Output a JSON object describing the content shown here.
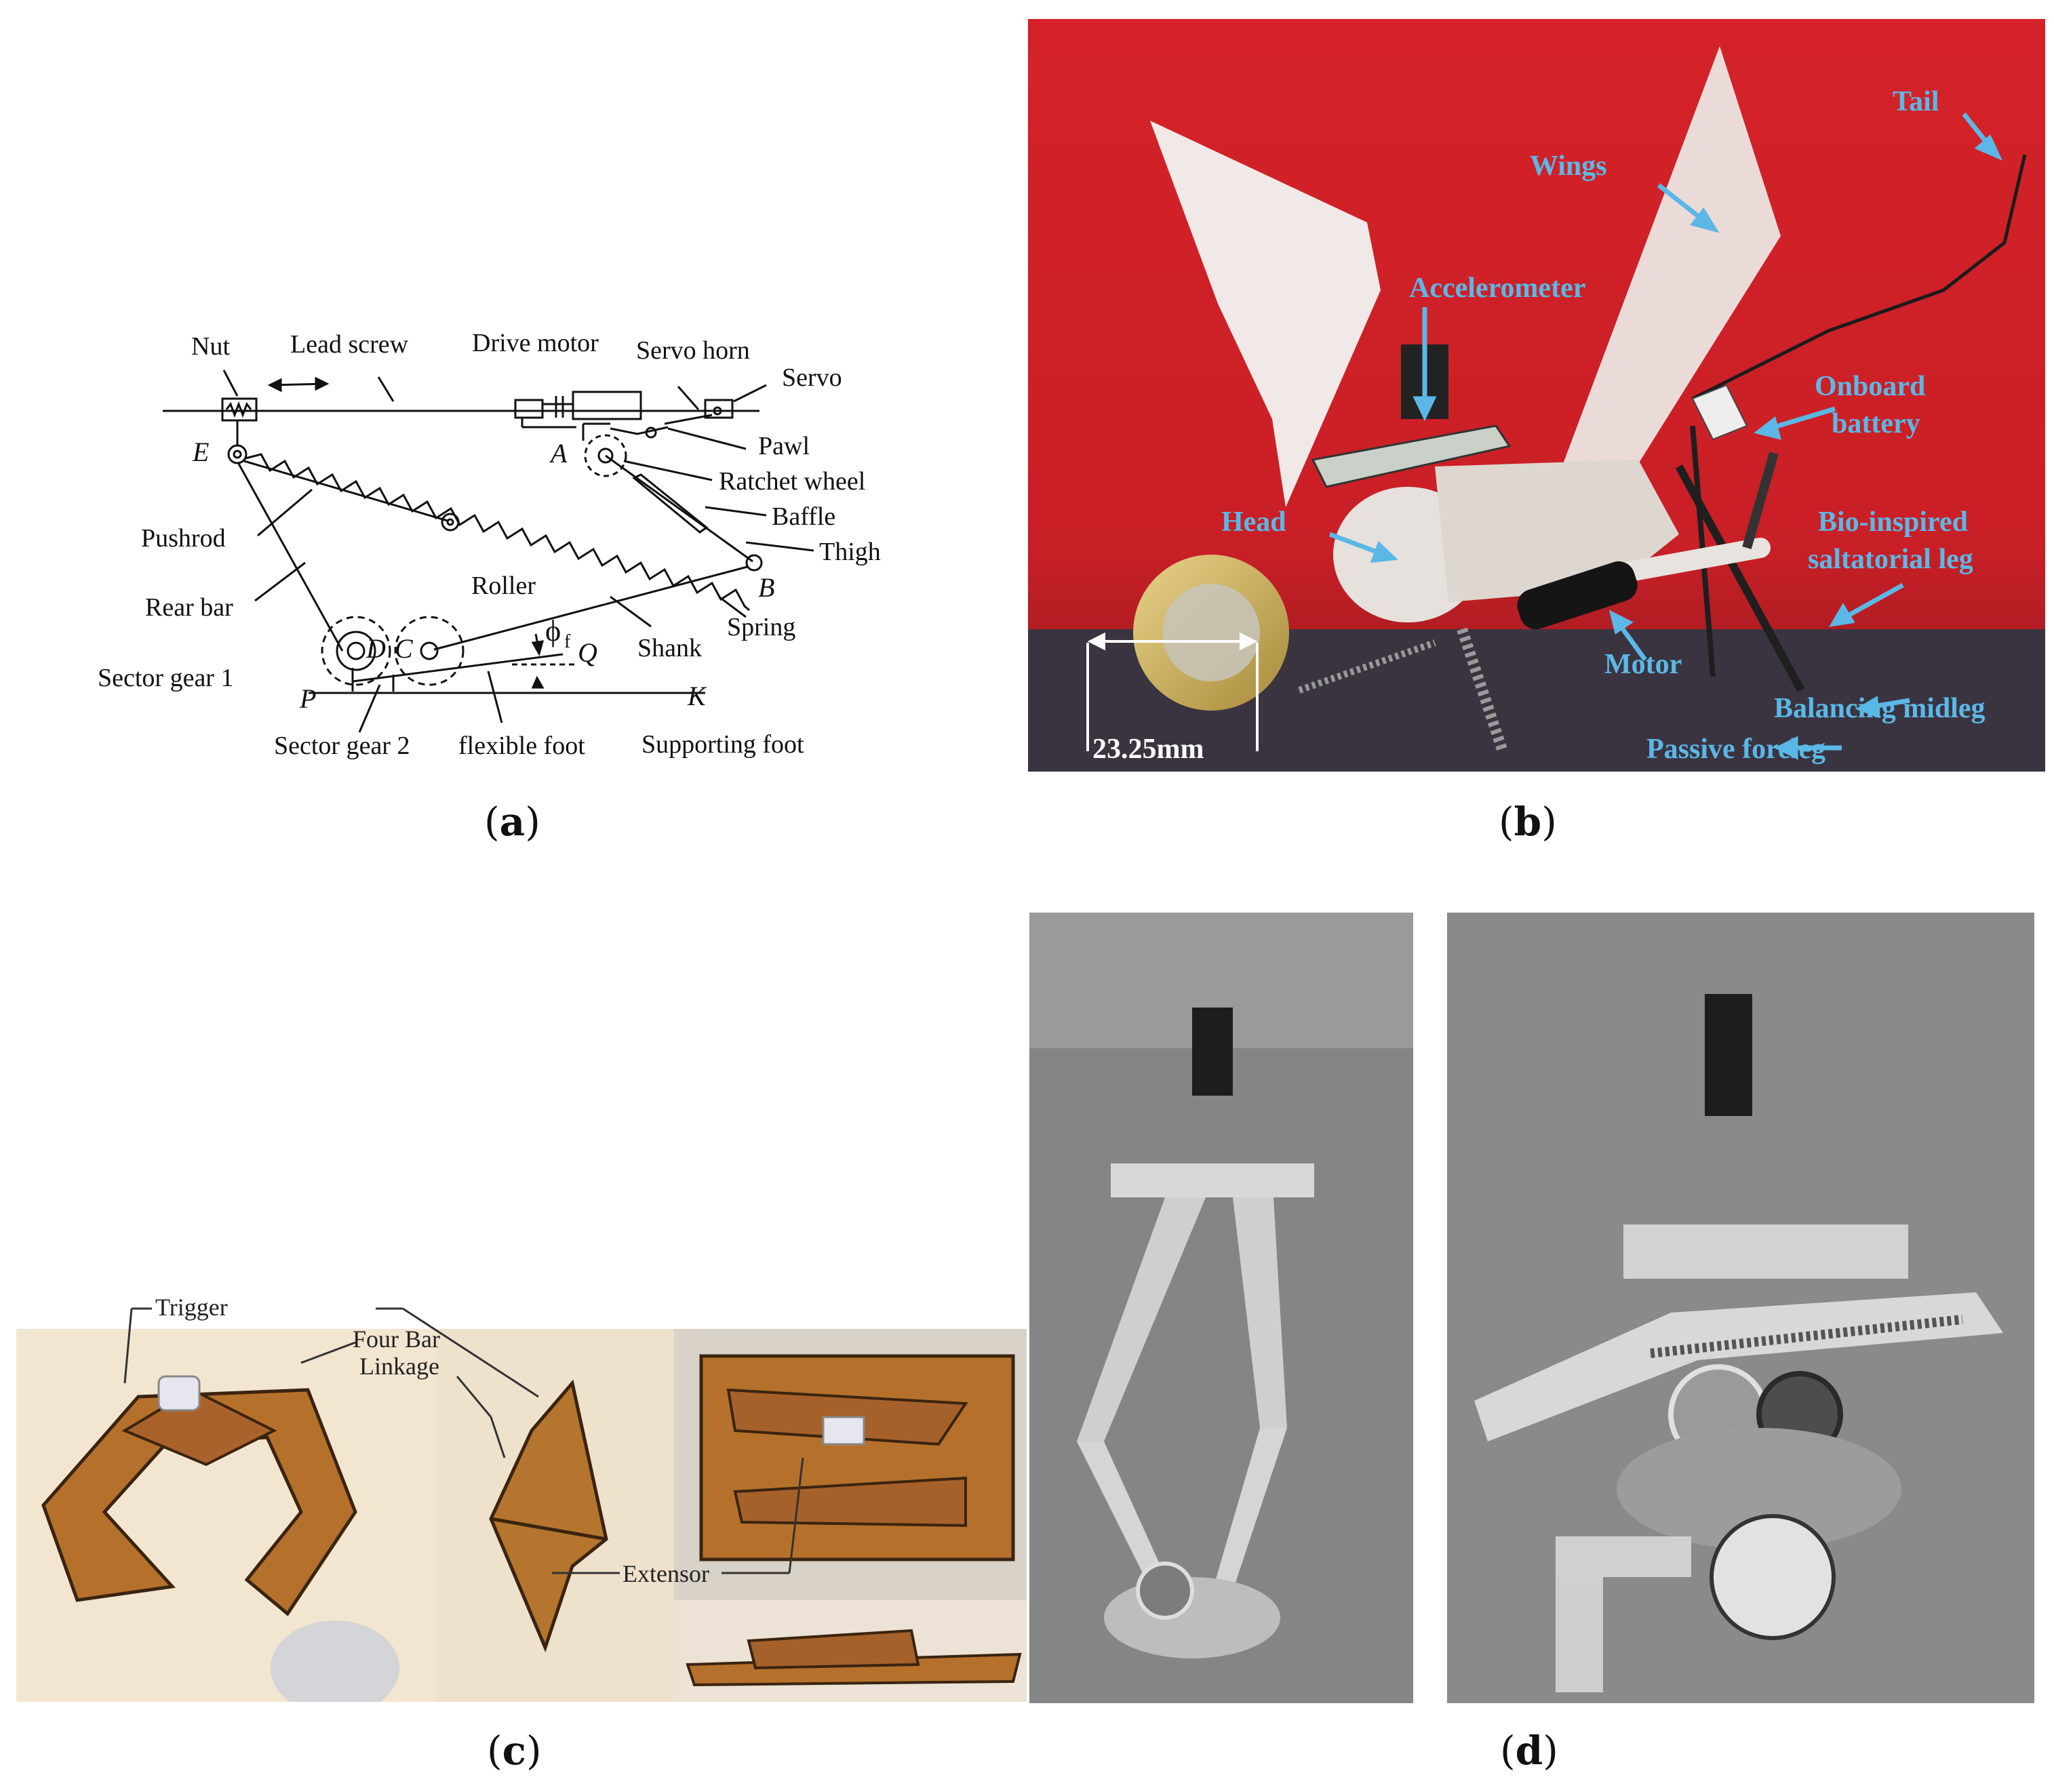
{
  "panel_a": {
    "caption": "a",
    "labels": {
      "nut": "Nut",
      "lead_screw": "Lead screw",
      "drive_motor": "Drive motor",
      "servo_horn": "Servo horn",
      "servo": "Servo",
      "pawl": "Pawl",
      "ratchet_wheel": "Ratchet wheel",
      "baffle": "Baffle",
      "thigh": "Thigh",
      "pushrod": "Pushrod",
      "roller": "Roller",
      "rear_bar": "Rear bar",
      "spring": "Spring",
      "shank": "Shank",
      "sector_gear_1": "Sector gear 1",
      "sector_gear_2": "Sector gear 2",
      "flexible_foot": "flexible foot",
      "supporting_foot": "Supporting foot",
      "pt_e": "E",
      "pt_a": "A",
      "pt_b": "B",
      "pt_d": "D",
      "pt_c": "C",
      "pt_q": "Q",
      "pt_p": "P",
      "pt_k": "K",
      "phi": "ϕ",
      "phi_sub": "f"
    }
  },
  "panel_b": {
    "caption": "b",
    "labels": {
      "tail": "Tail",
      "wings": "Wings",
      "accelerometer": "Accelerometer",
      "onboard_battery_1": "Onboard",
      "onboard_battery_2": "battery",
      "head": "Head",
      "leg_1": "Bio-inspired",
      "leg_2": "saltatorial leg",
      "motor": "Motor",
      "balancing_midleg": "Balancing midleg",
      "passive_foreleg": "Passive foreleg",
      "scale": "23.25mm"
    },
    "colors": {
      "background": "#d8252a",
      "label": "#5bb8e6"
    }
  },
  "panel_c": {
    "caption": "c",
    "labels": {
      "trigger": "Trigger",
      "four_bar_1": "Four Bar",
      "four_bar_2": "Linkage",
      "extensor": "Extensor"
    }
  },
  "panel_d": {
    "caption": "d"
  }
}
